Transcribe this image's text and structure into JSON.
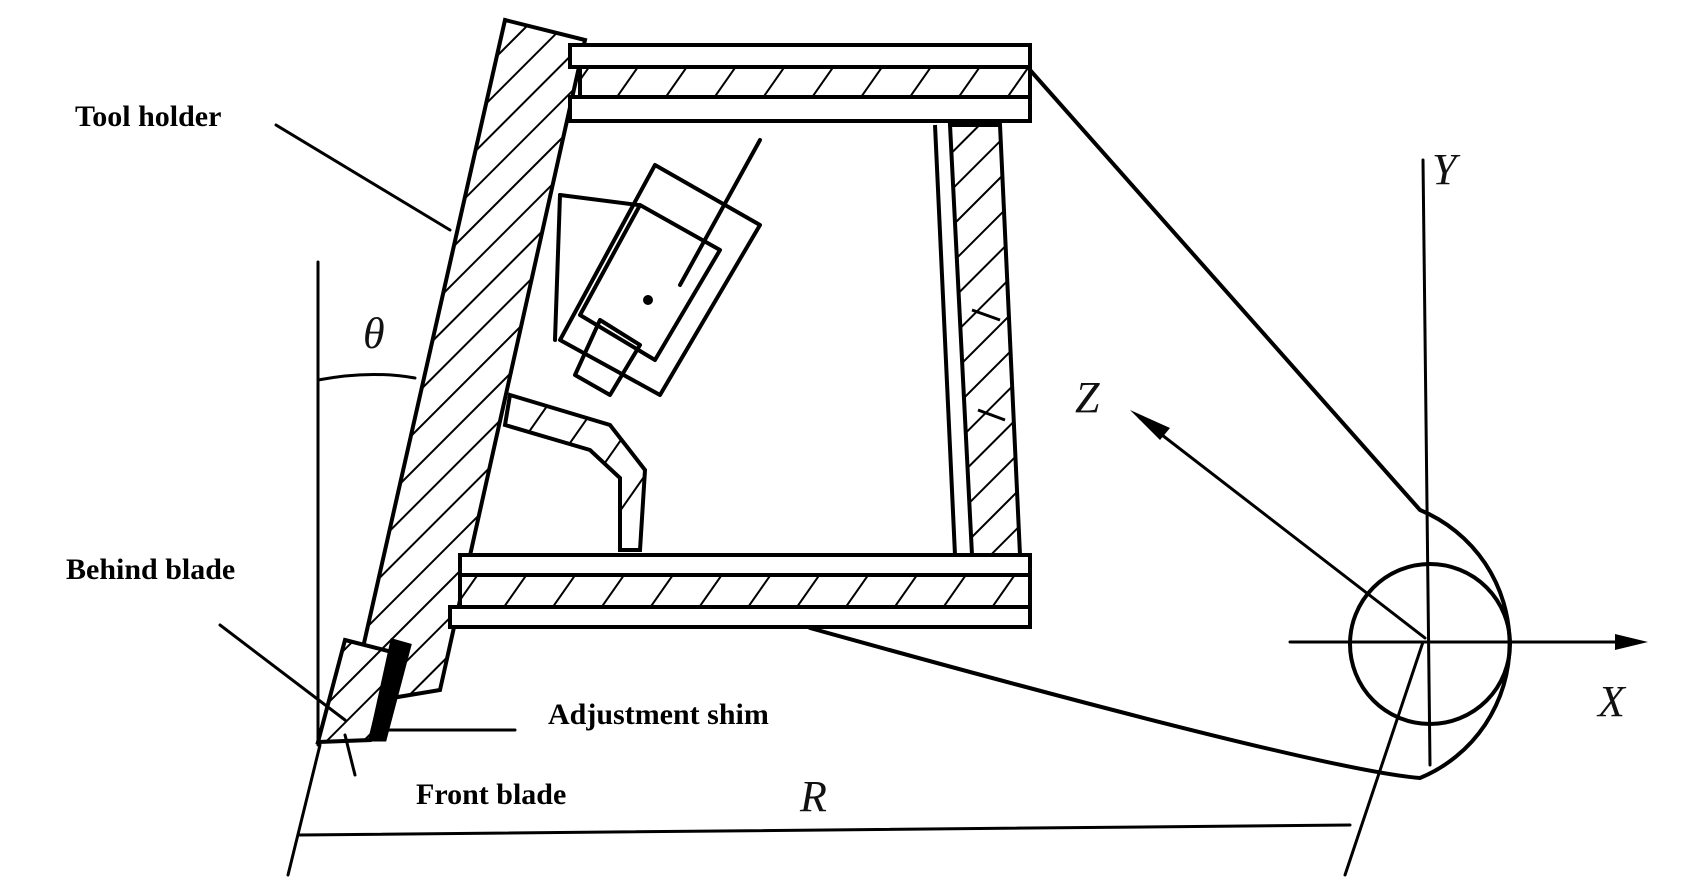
{
  "labels": {
    "tool_holder": "Tool holder",
    "behind_blade": "Behind blade",
    "adjustment_shim": "Adjustment shim",
    "front_blade": "Front blade"
  },
  "symbols": {
    "theta": "θ",
    "y_axis": "Y",
    "x_axis": "X",
    "z_axis": "Z",
    "radius": "R"
  },
  "colors": {
    "line": "#000000",
    "background": "#ffffff"
  }
}
